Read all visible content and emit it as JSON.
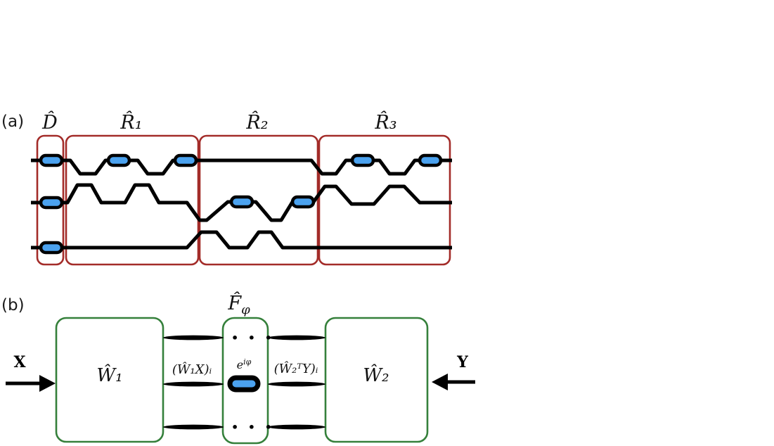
{
  "figure": {
    "type": "photonic-circuit-diagram"
  },
  "colors": {
    "background": "#ffffff",
    "red_box": "#a32c29",
    "green_box": "#35803b",
    "pill_blue": "#4ba2ef",
    "line": "#000000"
  },
  "panel_a": {
    "tag": "(a)",
    "boxes": [
      {
        "id": "D",
        "label": "D̂"
      },
      {
        "id": "R1",
        "label": "R̂₁"
      },
      {
        "id": "R2",
        "label": "R̂₂"
      },
      {
        "id": "R3",
        "label": "R̂₃"
      }
    ]
  },
  "panel_b": {
    "tag": "(b)",
    "w1_label": "Ŵ₁",
    "w2_label": "Ŵ₂",
    "f_label_base": "F̂",
    "f_label_sub": "φ",
    "input_left": "X",
    "input_right": "Y",
    "mid_left_label": "(Ŵ₁X)ᵢ",
    "mid_right_label": "(Ŵ₂ᵀY)ᵢ",
    "phase_base": "e",
    "phase_sup": "iφ",
    "ellipsis": "• • •"
  }
}
